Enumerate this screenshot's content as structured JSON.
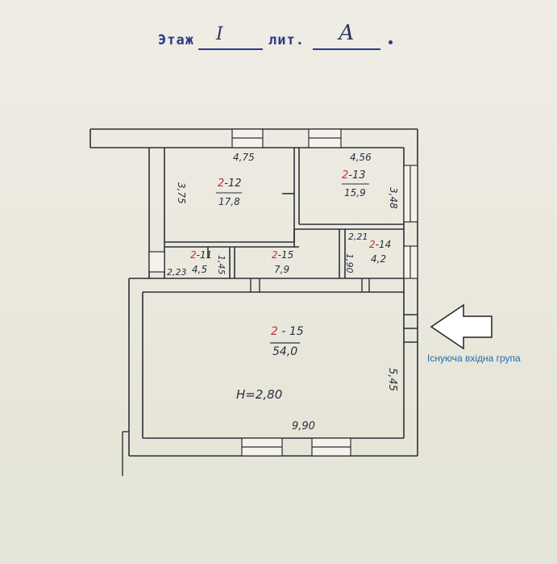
{
  "header": {
    "floor_label": "Этаж",
    "floor_value": "I",
    "liter_label": "лит.",
    "liter_value": "А"
  },
  "rooms": [
    {
      "code_floor": "2",
      "code_num": "12",
      "area": "17,8"
    },
    {
      "code_floor": "2",
      "code_num": "13",
      "area": "15,9"
    },
    {
      "code_floor": "2",
      "code_num": "11",
      "area": "4,5"
    },
    {
      "code_floor": "2",
      "code_num": "15",
      "area": "7,9"
    },
    {
      "code_floor": "2",
      "code_num": "14",
      "area": "4,2"
    },
    {
      "code_floor": "2",
      "code_num": "15",
      "area": "54,0"
    }
  ],
  "dimensions": {
    "top_left": "4,75",
    "top_right": "4,56",
    "room12_height": "3,75",
    "room13_height": "3,48",
    "room11_width": "2,23",
    "room11_height": "1,45",
    "room14_width": "2,21",
    "room14_height": "1,90",
    "hall_height": "5,45",
    "hall_width": "9,90"
  },
  "ceiling_height": "H=2,80",
  "annotation": {
    "text": "Існуюча вхідна група",
    "arrow_icon": "left-arrow-icon",
    "color": "#1d6db0"
  }
}
